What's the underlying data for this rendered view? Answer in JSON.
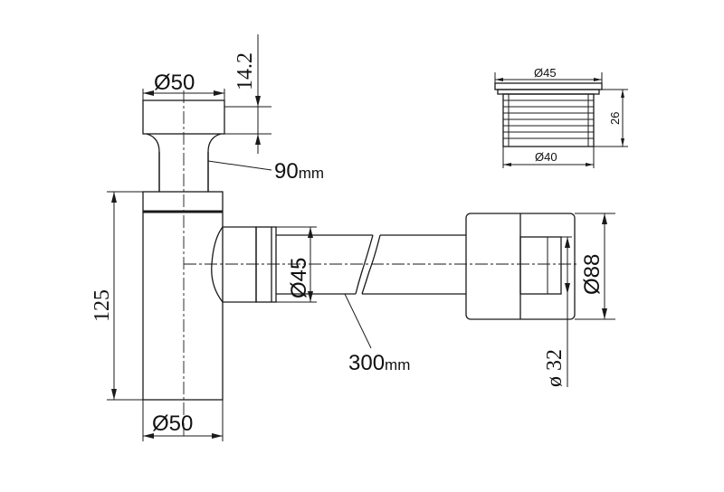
{
  "drawing": {
    "labels": {
      "cap_diameter": "Ø50",
      "cap_height": "14.2",
      "stem_length": "90",
      "stem_length_unit": "mm",
      "body_height": "125",
      "body_diameter": "Ø50",
      "outlet_diameter": "Ø45",
      "pipe_length": "300",
      "pipe_length_unit": "mm",
      "wall_flange_diameter": "Ø88",
      "wall_inner_diameter": "ø 32",
      "detail_top_diameter": "Ø45",
      "detail_bottom_diameter": "Ø40",
      "detail_height": "26"
    }
  }
}
